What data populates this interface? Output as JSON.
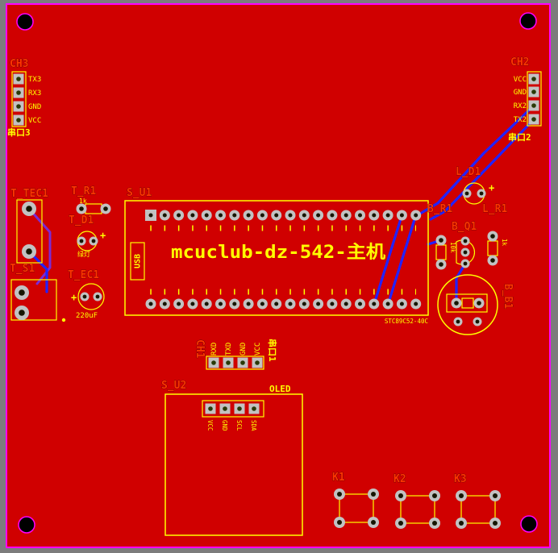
{
  "colors": {
    "background": "#7c7c7c",
    "board_red": "#d00000",
    "silkscreen_yellow": "#ffff00",
    "designator_red": "#ff3500",
    "board_outline_magenta": "#ff00ff",
    "bottom_trace_blue": "#2222ff",
    "pad_gray": "#c2c2c2"
  },
  "marks": {
    "plus": "+"
  },
  "mcu": {
    "ref": "S_U1",
    "title": "mcuclub-dz-542-主机",
    "usb": "USB",
    "footnote": "STC89C52-40C"
  },
  "headers": {
    "ch3": {
      "ref": "CH3",
      "port": "串口3",
      "pins": [
        "TX3",
        "RX3",
        "GND",
        "VCC"
      ]
    },
    "ch2": {
      "ref": "CH2",
      "port": "串口2",
      "pins": [
        "VCC",
        "GND",
        "RX2",
        "TX2"
      ]
    },
    "ch1": {
      "ref": "CH1",
      "port": "串口1",
      "pins": [
        "RXD",
        "TXD",
        "GND",
        "VCC"
      ]
    },
    "oled": {
      "ref": "S_U2",
      "label": "OLED",
      "pins": [
        "VCC",
        "GND",
        "SCL",
        "SDA"
      ]
    }
  },
  "components": {
    "t_tec1": {
      "ref": "T_TEC1"
    },
    "t_r1": {
      "ref": "T_R1",
      "value": "1k"
    },
    "t_d1": {
      "ref": "T_D1",
      "value": "绿灯"
    },
    "t_s1": {
      "ref": "T_S1"
    },
    "t_ec1": {
      "ref": "T_EC1",
      "value": "220uF"
    },
    "l_d1": {
      "ref": "L_D1"
    },
    "b_r1": {
      "ref": "B_R1",
      "value": "10k"
    },
    "l_r1": {
      "ref": "L_R1",
      "value": "1k"
    },
    "b_q1": {
      "ref": "B_Q1"
    },
    "b_b1": {
      "ref": "B_B1"
    },
    "k1": {
      "ref": "K1"
    },
    "k2": {
      "ref": "K2"
    },
    "k3": {
      "ref": "K3"
    }
  }
}
